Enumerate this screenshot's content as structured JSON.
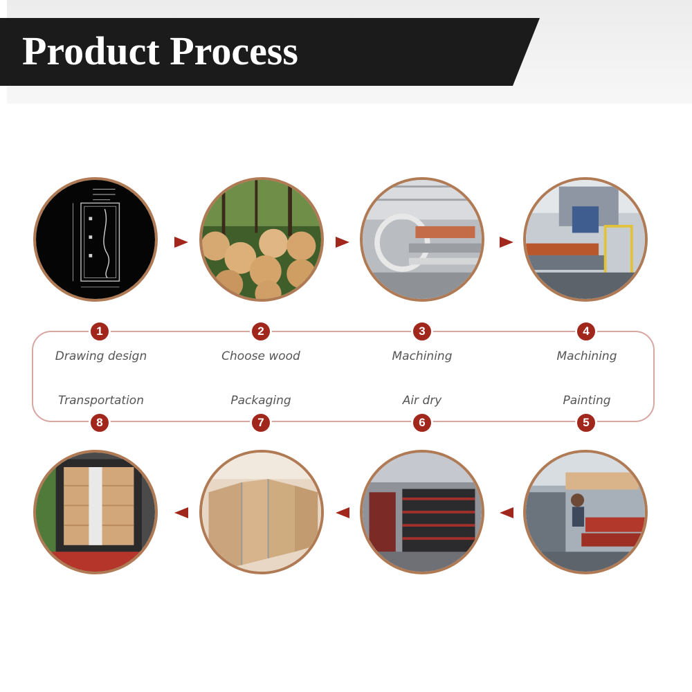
{
  "header": {
    "title": "Product Process"
  },
  "steps": [
    {
      "number": "1",
      "label": "Drawing design"
    },
    {
      "number": "2",
      "label": "Choose wood"
    },
    {
      "number": "3",
      "label": "Machining"
    },
    {
      "number": "4",
      "label": "Machining"
    },
    {
      "number": "5",
      "label": "Painting"
    },
    {
      "number": "6",
      "label": "Air dry"
    },
    {
      "number": "7",
      "label": "Packaging"
    },
    {
      "number": "8",
      "label": "Transportation"
    }
  ],
  "colors": {
    "accent": "#a1271c",
    "ring": "#b07a55",
    "track": "#d6a7a0",
    "title_bar": "#1b1b1b"
  }
}
